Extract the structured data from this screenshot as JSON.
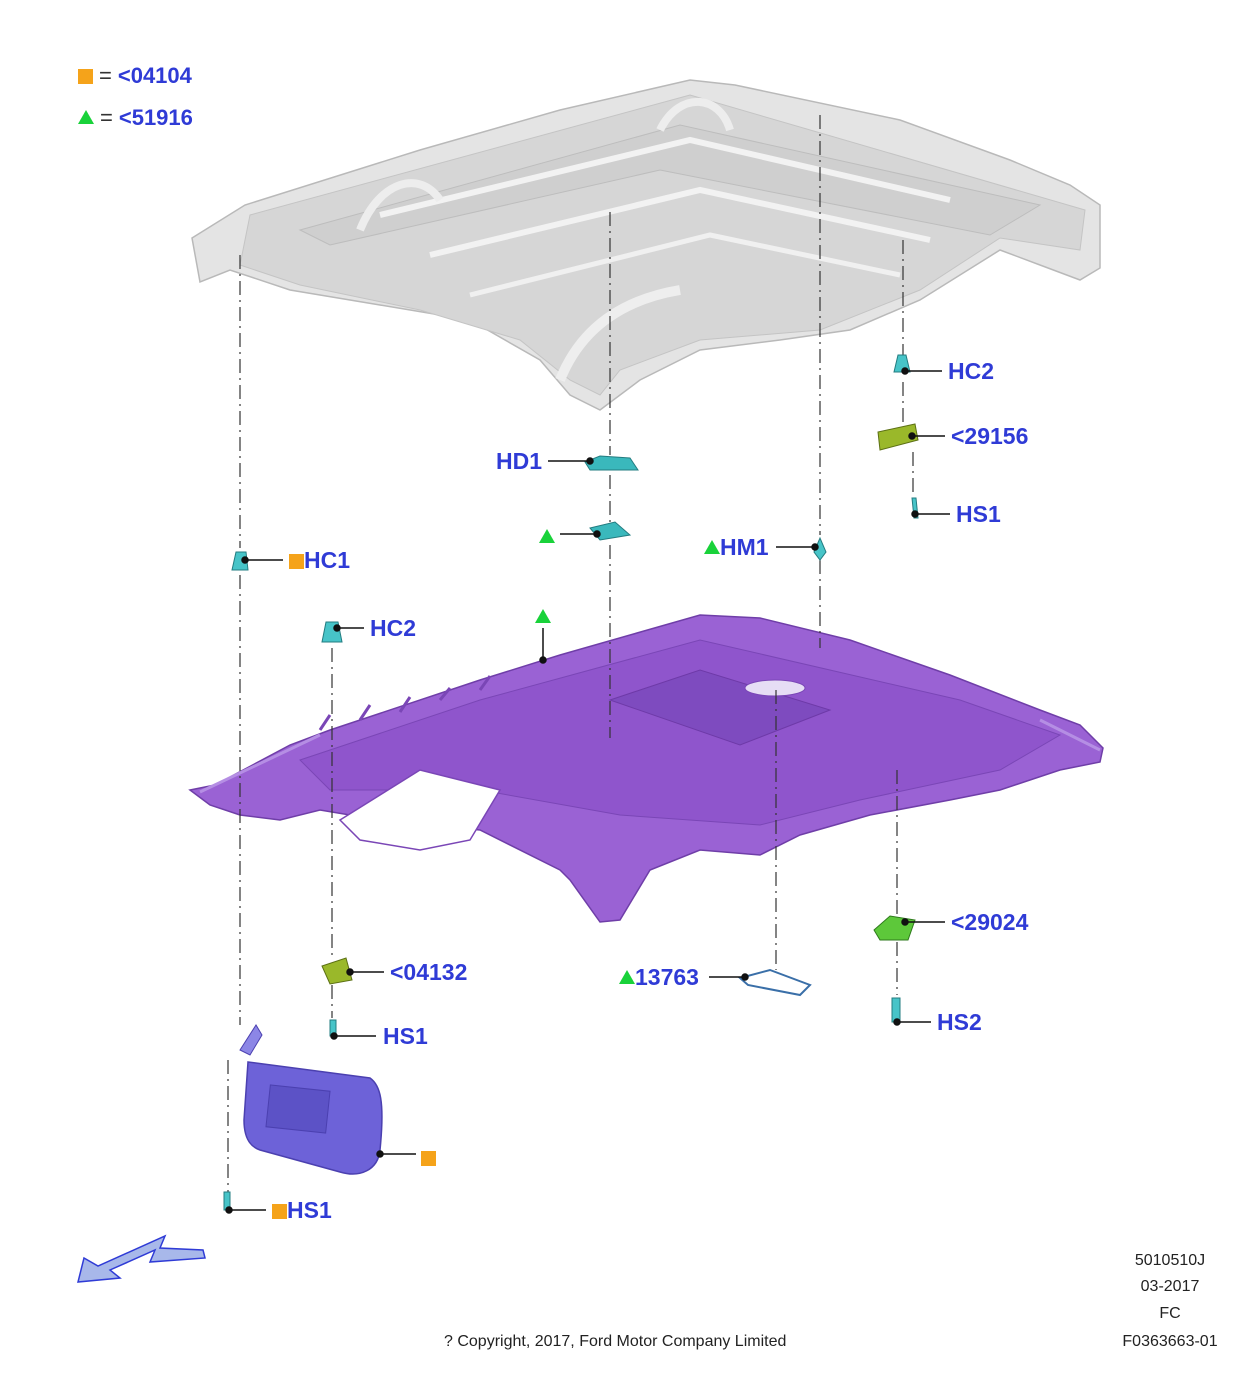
{
  "legend": [
    {
      "symbol": "square",
      "code": "<04104"
    },
    {
      "symbol": "triangle",
      "code": "<51916"
    }
  ],
  "callouts": {
    "hc2_top": "HC2",
    "p29156": "<29156",
    "hs1_right": "HS1",
    "hd1": "HD1",
    "hm1": "HM1",
    "hc1": "HC1",
    "hc2_left": "HC2",
    "p29024": "<29024",
    "p04132": "<04132",
    "hs1_mid": "HS1",
    "p13763": "13763",
    "hs2": "HS2",
    "hs1_bottom": "HS1"
  },
  "meta": {
    "drawing_number": "5010510J",
    "date": "03-2017",
    "code": "FC",
    "figure_id": "F0363663-01",
    "copyright": "? Copyright, 2017, Ford Motor Company Limited"
  },
  "colors": {
    "label_blue": "#2f3bd6",
    "legend_square": "#f5a31a",
    "legend_triangle": "#19d23a",
    "headliner_purple": "#9a62d4",
    "roof_gray": "#e2e2e2",
    "clip_cyan": "#47c4c8",
    "bracket_green": "#9ab82a",
    "visor_blue": "#6d62d8"
  }
}
